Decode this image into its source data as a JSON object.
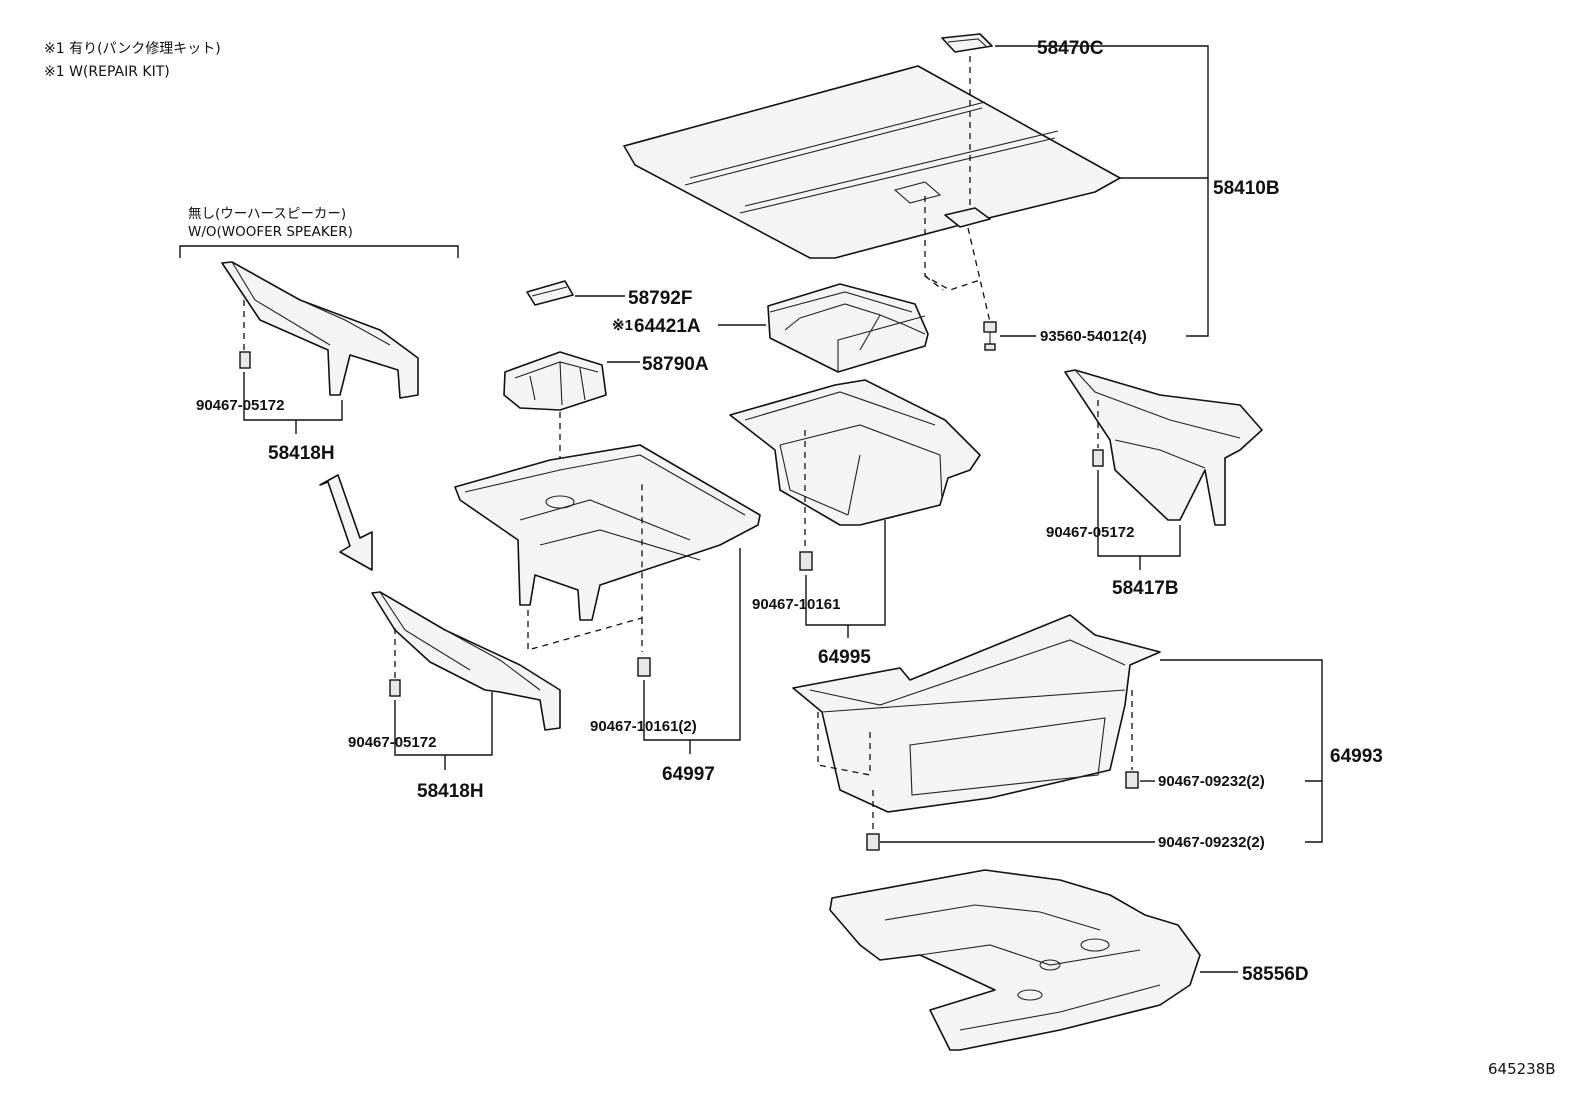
{
  "notes": {
    "note_jp": "※1 有り(パンク修理キット)",
    "note_en": "※1 W(REPAIR KIT)",
    "wo_jp": "無し(ウーハースピーカー)",
    "wo_en": "W/O(WOOFER SPEAKER)",
    "mark_1": "※1"
  },
  "parts": {
    "p58470C": "58470C",
    "p58410B": "58410B",
    "p93560": "93560-54012(4)",
    "p58792F": "58792F",
    "p64421A": "64421A",
    "p58790A": "58790A",
    "p58418H_a": "58418H",
    "p58418H_b": "58418H",
    "p90467_05172_a": "90467-05172",
    "p90467_05172_b": "90467-05172",
    "p90467_05172_c": "90467-05172",
    "p58417B": "58417B",
    "p90467_10161_2": "90467-10161(2)",
    "p64997": "64997",
    "p90467_10161": "90467-10161",
    "p64995": "64995",
    "p64993": "64993",
    "p90467_09232_a": "90467-09232(2)",
    "p90467_09232_b": "90467-09232(2)",
    "p58556D": "58556D"
  },
  "diagram_id": "645238B"
}
